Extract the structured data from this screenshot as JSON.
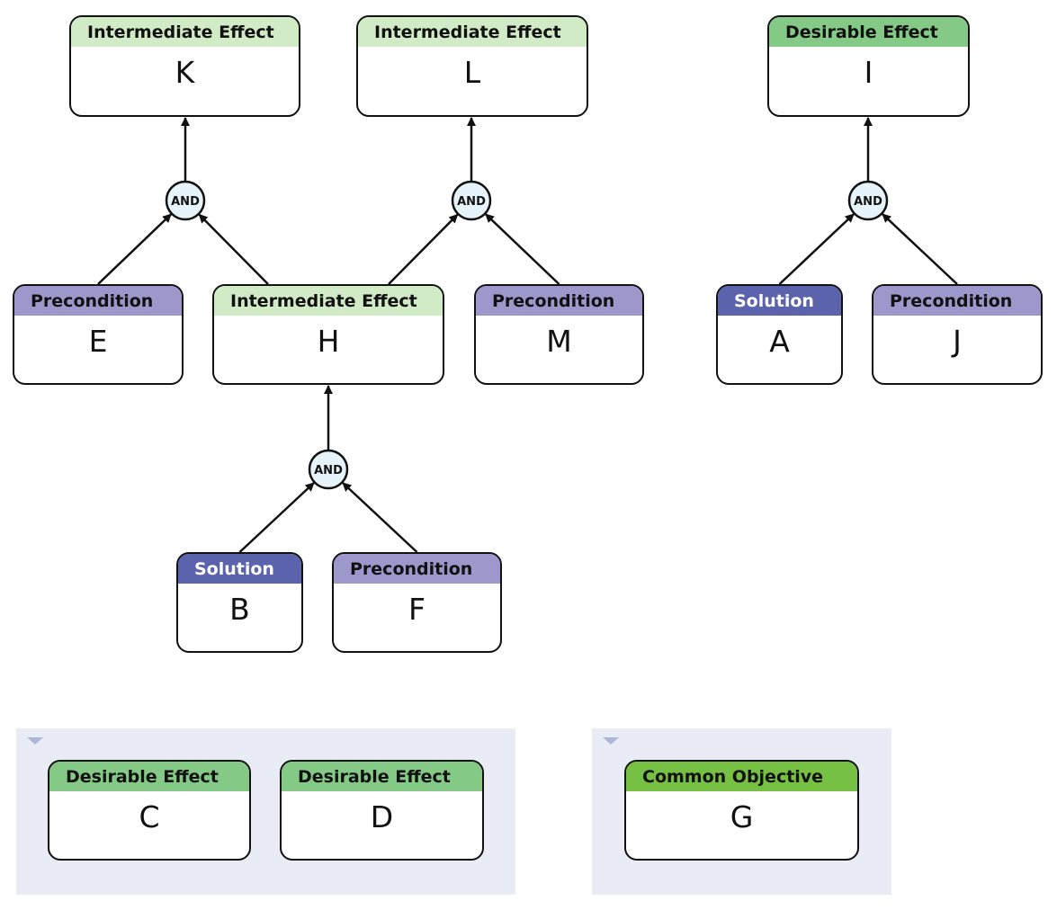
{
  "colors": {
    "intermediate_effect": "#d2ebc7",
    "desirable_effect": "#84c985",
    "precondition": "#9c98cc",
    "solution": "#5c63ad",
    "common_objective": "#76c043",
    "and_gate_fill": "#e7f3fa",
    "group_background": "#e9ebf5"
  },
  "nodes": [
    {
      "id": "K",
      "type": "intermediate",
      "header": "Intermediate Effect",
      "label": "K"
    },
    {
      "id": "L",
      "type": "intermediate",
      "header": "Intermediate Effect",
      "label": "L"
    },
    {
      "id": "I",
      "type": "desirable",
      "header": "Desirable Effect",
      "label": "I"
    },
    {
      "id": "E",
      "type": "precondition",
      "header": "Precondition",
      "label": "E"
    },
    {
      "id": "H",
      "type": "intermediate",
      "header": "Intermediate Effect",
      "label": "H"
    },
    {
      "id": "M",
      "type": "precondition",
      "header": "Precondition",
      "label": "M"
    },
    {
      "id": "A",
      "type": "solution",
      "header": "Solution",
      "label": "A"
    },
    {
      "id": "J",
      "type": "precondition",
      "header": "Precondition",
      "label": "J"
    },
    {
      "id": "B",
      "type": "solution",
      "header": "Solution",
      "label": "B"
    },
    {
      "id": "F",
      "type": "precondition",
      "header": "Precondition",
      "label": "F"
    },
    {
      "id": "C",
      "type": "desirable",
      "header": "Desirable Effect",
      "label": "C"
    },
    {
      "id": "D",
      "type": "desirable",
      "header": "Desirable Effect",
      "label": "D"
    },
    {
      "id": "G",
      "type": "objective",
      "header": "Common Objective",
      "label": "G"
    }
  ],
  "gates": [
    {
      "id": "and1",
      "label": "AND",
      "target": "K",
      "inputs": [
        "E",
        "H"
      ]
    },
    {
      "id": "and2",
      "label": "AND",
      "target": "L",
      "inputs": [
        "H",
        "M"
      ]
    },
    {
      "id": "and3",
      "label": "AND",
      "target": "I",
      "inputs": [
        "A",
        "J"
      ]
    },
    {
      "id": "and4",
      "label": "AND",
      "target": "H",
      "inputs": [
        "B",
        "F"
      ]
    }
  ],
  "groups": [
    {
      "id": "group-left",
      "members": [
        "C",
        "D"
      ]
    },
    {
      "id": "group-right",
      "members": [
        "G"
      ]
    }
  ]
}
